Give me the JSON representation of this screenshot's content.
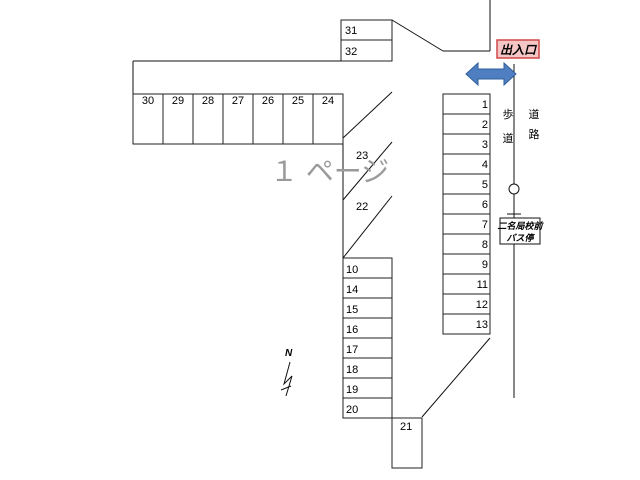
{
  "entrance": {
    "label": "出入口"
  },
  "road": {
    "label": "道路"
  },
  "sidewalk": {
    "label": "歩道"
  },
  "bus_stop": {
    "line1": "二名局校前",
    "line2": "バス停"
  },
  "north_label": "N",
  "page_watermark": "１ ページ",
  "slots": {
    "top_block": [
      "31",
      "32"
    ],
    "left_row": [
      "30",
      "29",
      "28",
      "27",
      "26",
      "25",
      "24"
    ],
    "diagonal": [
      "23",
      "22"
    ],
    "right_column": [
      "1",
      "2",
      "3",
      "4",
      "5",
      "6",
      "7",
      "8",
      "9",
      "11",
      "12",
      "13"
    ],
    "center_column": [
      "10",
      "14",
      "15",
      "16",
      "17",
      "18",
      "19",
      "20"
    ],
    "bottom": [
      "21"
    ]
  },
  "colors": {
    "entrance_fill": "#f4c6c6",
    "entrance_border": "#d04848",
    "arrow_fill": "#4f7fc0",
    "arrow_stroke": "#2f5f9c"
  }
}
